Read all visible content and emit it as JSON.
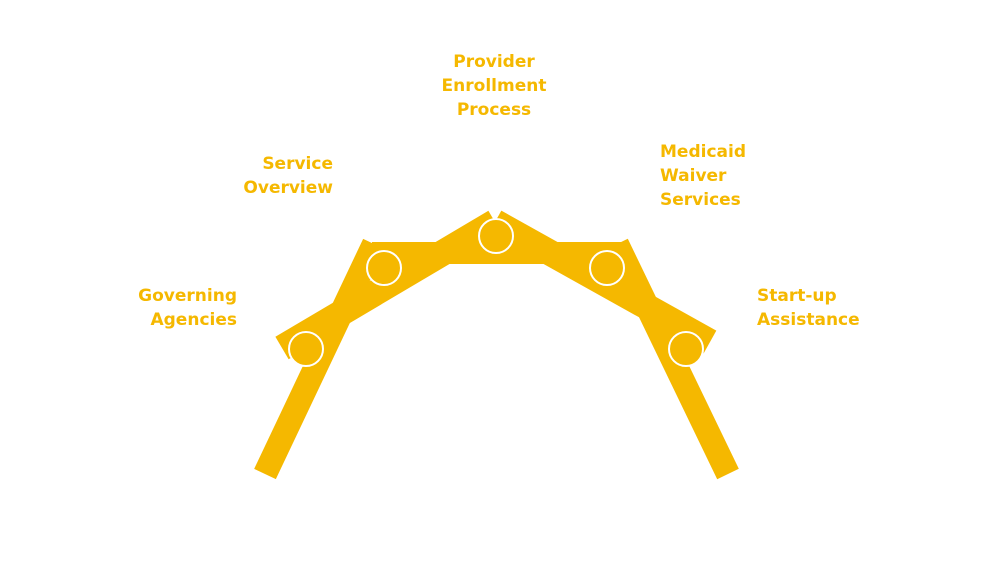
{
  "colors": {
    "accent": "#F5B800",
    "joint_stroke": "#FFFFFF",
    "background": "#FFFFFF"
  },
  "labels": {
    "governing_agencies": "Governing\nAgencies",
    "service_overview": "Service\nOverview",
    "provider_enrollment": "Provider\nEnrollment\nProcess",
    "medicaid_waiver": "Medicaid\nWaiver\nServices",
    "startup_assistance": "Start-up\nAssistance"
  }
}
